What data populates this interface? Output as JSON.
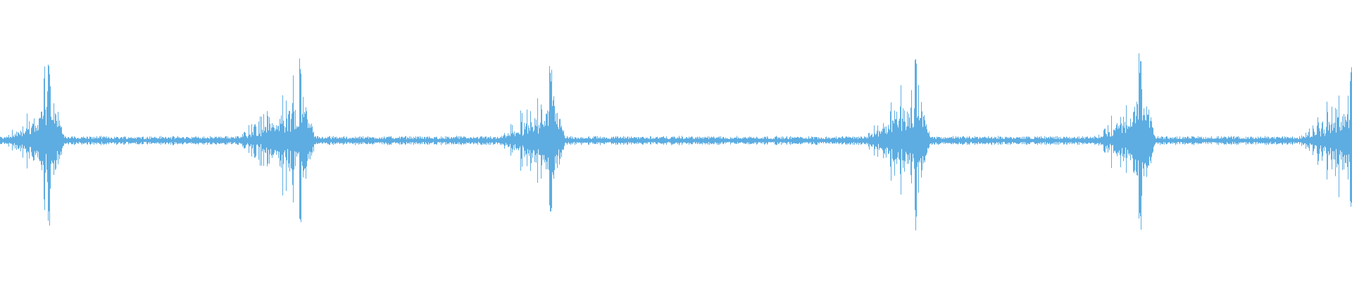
{
  "waveform": {
    "color": "#5dade2",
    "background": "#ffffff",
    "duration_fraction": 1.0,
    "bursts": [
      {
        "center": 0.036,
        "amplitude": 1.0,
        "ramp_start": 0.0
      },
      {
        "center": 0.222,
        "amplitude": 0.93,
        "ramp_start": 0.168
      },
      {
        "center": 0.407,
        "amplitude": 0.87,
        "ramp_start": 0.362
      },
      {
        "center": 0.677,
        "amplitude": 1.05,
        "ramp_start": 0.634
      },
      {
        "center": 0.843,
        "amplitude": 1.01,
        "ramp_start": 0.806
      },
      {
        "center": 0.999,
        "amplitude": 0.9,
        "ramp_start": 0.955
      }
    ],
    "noise_level": 0.045
  }
}
